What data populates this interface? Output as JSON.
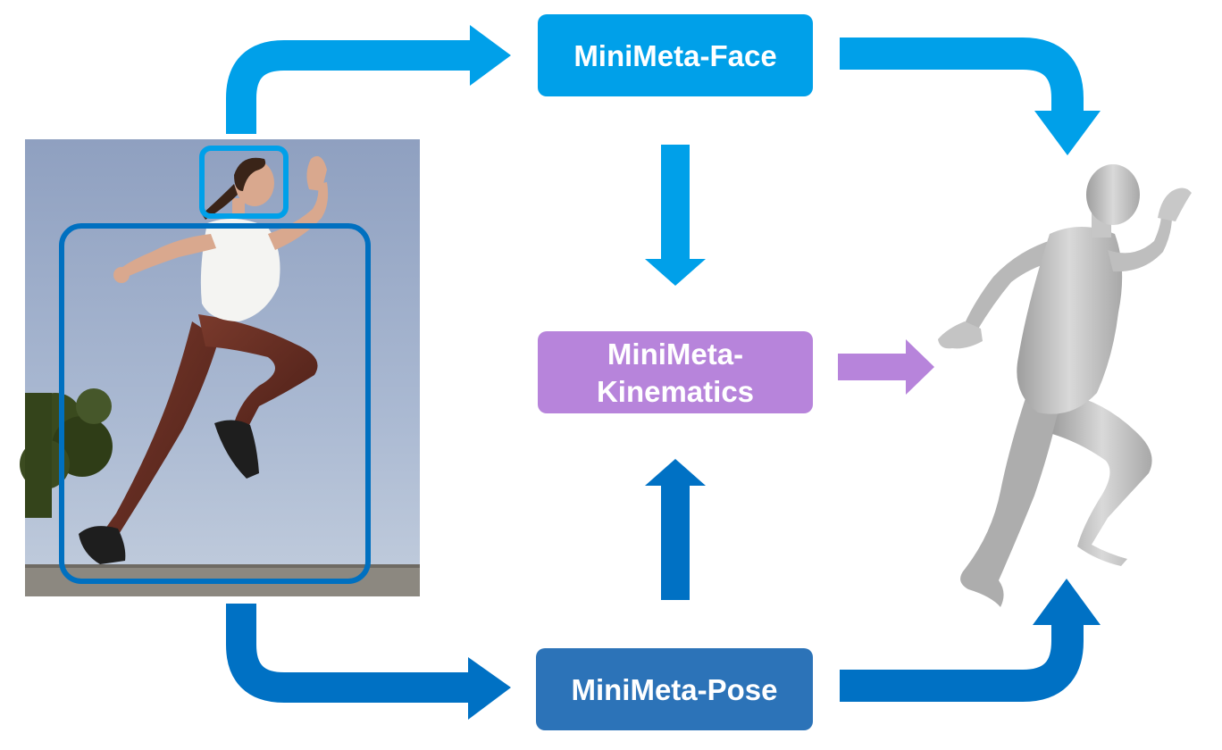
{
  "diagram": {
    "input_photo": {
      "subject": "woman running, side view, with face and body detection boxes"
    },
    "output_mesh": {
      "subject": "grey 3D human body mesh in running pose"
    },
    "nodes": {
      "face": {
        "label": "MiniMeta-Face"
      },
      "kinematics": {
        "label_line1": "MiniMeta-",
        "label_line2": "Kinematics"
      },
      "pose": {
        "label": "MiniMeta-Pose"
      }
    },
    "colors": {
      "face": "#00A0E9",
      "kinematics": "#B784DB",
      "pose": "#2C73B8",
      "arrow_dark": "#0071C4",
      "face_box": "#00A0E9",
      "body_box": "#0070C0",
      "mesh": "#BDBDBD"
    }
  }
}
